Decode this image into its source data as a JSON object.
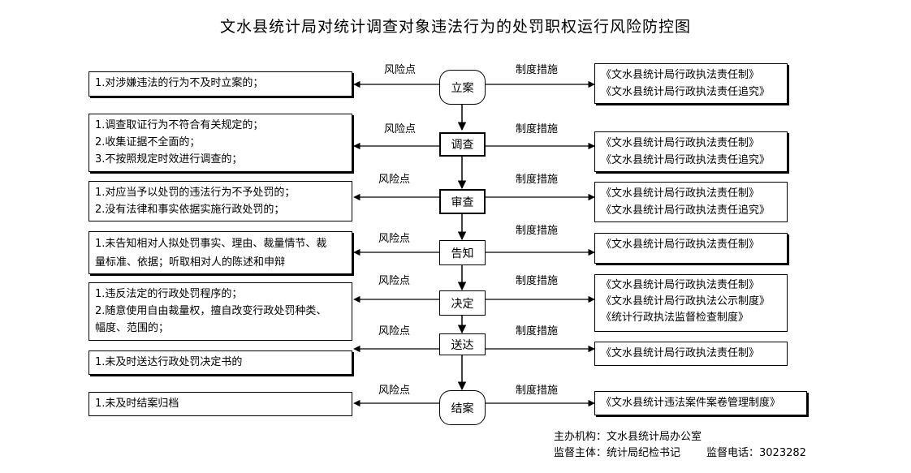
{
  "title": "文水县统计局对统计调查对象违法行为的处罚职权运行风险防控图",
  "labels": {
    "risk": "风险点",
    "measure": "制度措施"
  },
  "steps": [
    {
      "name": "立案",
      "risks": [
        "1.对涉嫌违法的行为不及时立案的；"
      ],
      "measures": [
        "《文水县统计局行政执法责任制》",
        "《文水县统计局行政执法责任追究》"
      ]
    },
    {
      "name": "调查",
      "risks": [
        "1.调查取证行为不符合有关规定的；",
        "2.收集证据不全面的；",
        "3.不按照规定时效进行调查的；"
      ],
      "measures": [
        "《文水县统计局行政执法责任制》",
        "《文水县统计局行政执法责任追究》"
      ]
    },
    {
      "name": "审查",
      "risks": [
        "1.对应当予以处罚的违法行为不予处罚的；",
        "2.没有法律和事实依据实施行政处罚的；"
      ],
      "measures": [
        "《文水县统计局行政执法责任制》",
        "《文水县统计局行政执法责任追究》"
      ]
    },
    {
      "name": "告知",
      "risks": [
        "1.未告知相对人拟处罚事实、理由、裁量情节、裁",
        "量标准、依据；听取相对人的陈述和申辩"
      ],
      "measures": [
        "《文水县统计局行政执法责任制》"
      ]
    },
    {
      "name": "决定",
      "risks": [
        "1.违反法定的行政处罚程序的；",
        "2.随意使用自由裁量权，擅自改变行政处罚种类、",
        "幅度、范围的；"
      ],
      "measures": [
        "《文水县统计局行政执法责任制》",
        "《文水县统计局行政执法公示制度》",
        "《统计行政执法监督检查制度》"
      ]
    },
    {
      "name": "送达",
      "risks": [
        "1.未及时送达行政处罚决定书的"
      ],
      "measures": [
        "《文水县统计局行政执法责任制》"
      ]
    },
    {
      "name": "结案",
      "risks": [
        "1.未及时结案归档"
      ],
      "measures": [
        "《文水县统计违法案件案卷管理制度》"
      ]
    }
  ],
  "footer": {
    "organizer": "主办机构：文水县统计局办公室",
    "supervisor": "监督主体：统计局纪检书记",
    "phone": "监督电话：3023282"
  }
}
